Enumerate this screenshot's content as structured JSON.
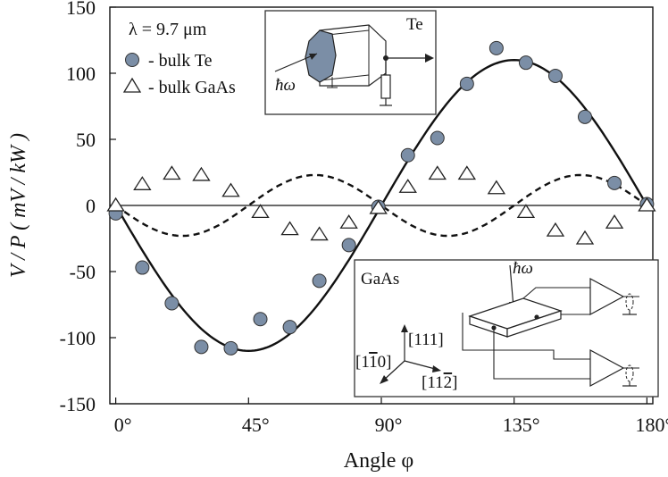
{
  "chart_data": {
    "type": "scatter",
    "xlabel": "Angle φ",
    "ylabel": "V / P  ( mV / kW )",
    "xlim": [
      -2,
      182
    ],
    "ylim": [
      -150,
      150
    ],
    "xticks": [
      0,
      45,
      90,
      135,
      180
    ],
    "xtick_labels": [
      "0°",
      "45°",
      "90°",
      "135°",
      "180°"
    ],
    "yticks": [
      150,
      100,
      50,
      0,
      -50,
      -100,
      -150
    ],
    "ytick_labels": [
      "150",
      "100",
      "50",
      "0",
      "-50",
      "-100",
      "-150"
    ],
    "annotation": "λ = 9.7 μm",
    "legend_position": "top-left",
    "series": [
      {
        "name": "- bulk Te",
        "marker": "circle",
        "color": "#7b8ea6",
        "x": [
          0,
          9,
          19,
          29,
          39,
          49,
          59,
          69,
          79,
          89,
          99,
          109,
          119,
          129,
          139,
          149,
          159,
          169,
          180
        ],
        "values": [
          -6,
          -47,
          -74,
          -107,
          -108,
          -86,
          -92,
          -57,
          -30,
          -1,
          38,
          51,
          92,
          119,
          108,
          98,
          67,
          17,
          1
        ]
      },
      {
        "name": "- bulk GaAs",
        "marker": "triangle",
        "color": "#ffffff",
        "x": [
          0,
          9,
          19,
          29,
          39,
          49,
          59,
          69,
          79,
          89,
          99,
          109,
          119,
          129,
          139,
          149,
          159,
          169,
          180
        ],
        "values": [
          0,
          16,
          24,
          23,
          11,
          -5,
          -18,
          -22,
          -13,
          -2,
          14,
          24,
          24,
          13,
          -5,
          -19,
          -25,
          -13,
          0
        ]
      }
    ],
    "fits": [
      {
        "style": "solid",
        "function": "-110*sin(2φ)"
      },
      {
        "style": "dashed",
        "function": "-23*sin(4φ)"
      }
    ],
    "insets": {
      "te_label": "Te",
      "te_photon": "ħω",
      "gaas_label": "GaAs",
      "gaas_photon": "ħω",
      "axis_111": "[111]",
      "axis_1m10": "[1<span style=\"text-decoration:overline\">1</span>0]",
      "axis_11m2": "[11<span style=\"text-decoration:overline\">2</span>]"
    }
  }
}
